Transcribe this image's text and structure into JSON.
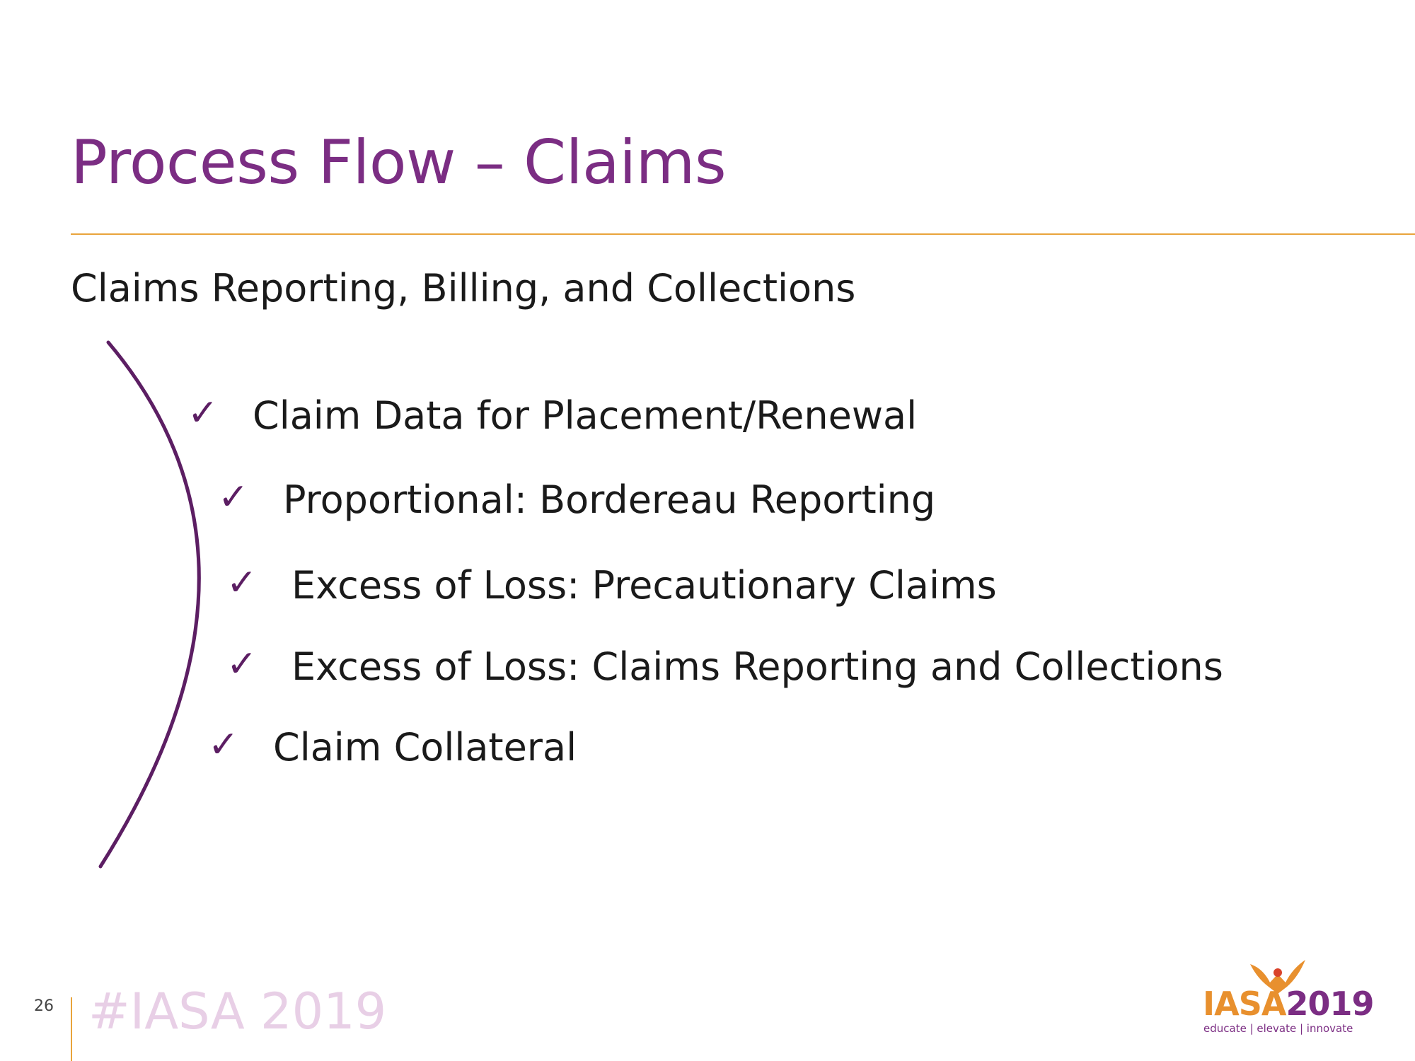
{
  "slide": {
    "title": "Process Flow – Claims",
    "subtitle": "Claims Reporting, Billing, and Collections",
    "checklist": [
      "Claim Data for Placement/Renewal",
      "Proportional: Bordereau Reporting",
      "Excess of Loss: Precautionary Claims",
      "Excess of Loss: Claims Reporting and Collections",
      "Claim Collateral"
    ],
    "check_glyph": "✓"
  },
  "footer": {
    "page_number": "26",
    "hashtag": "#IASA 2019"
  },
  "logo": {
    "name": "IASA",
    "year": "2019",
    "tagline": "educate | elevate | innovate"
  },
  "colors": {
    "title": "#7b2d83",
    "accent_orange": "#e9a43b",
    "arc": "#5c1e63",
    "hashtag": "#e8cfe6"
  }
}
